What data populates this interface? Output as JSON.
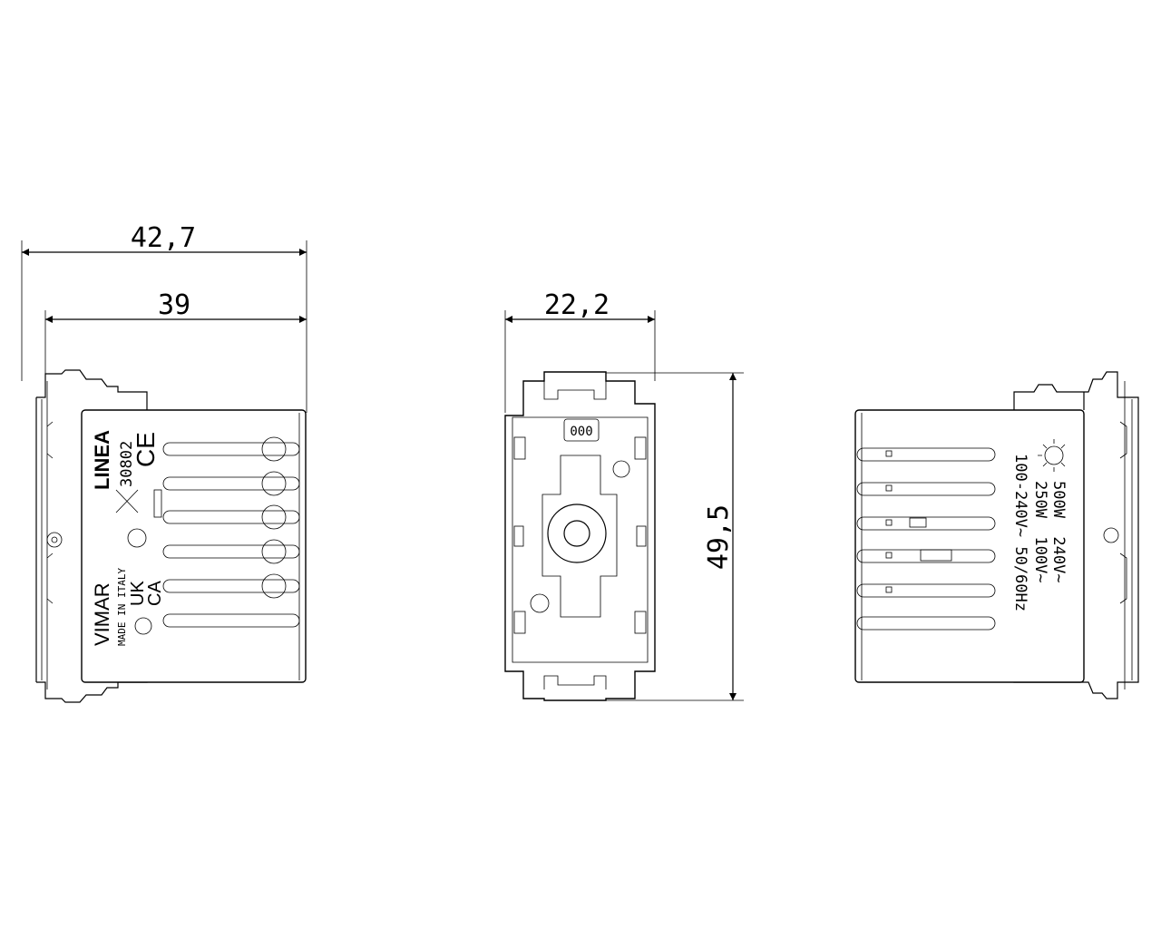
{
  "dimensions": {
    "overall_depth": "42,7",
    "body_depth": "39",
    "width": "22,2",
    "height": "49,5"
  },
  "side_view_left": {
    "product_line": "LINEA",
    "code": "30802",
    "brand": "VIMAR",
    "origin": "MADE IN ITALY",
    "marks": [
      "CE",
      "UK",
      "CA"
    ]
  },
  "front_view": {
    "label": "000"
  },
  "side_view_right": {
    "rating_1": "500W  240V~",
    "rating_2": "250W  100V~",
    "rating_3": "100-240V~ 50/60Hz",
    "icon": "lamp-icon"
  }
}
